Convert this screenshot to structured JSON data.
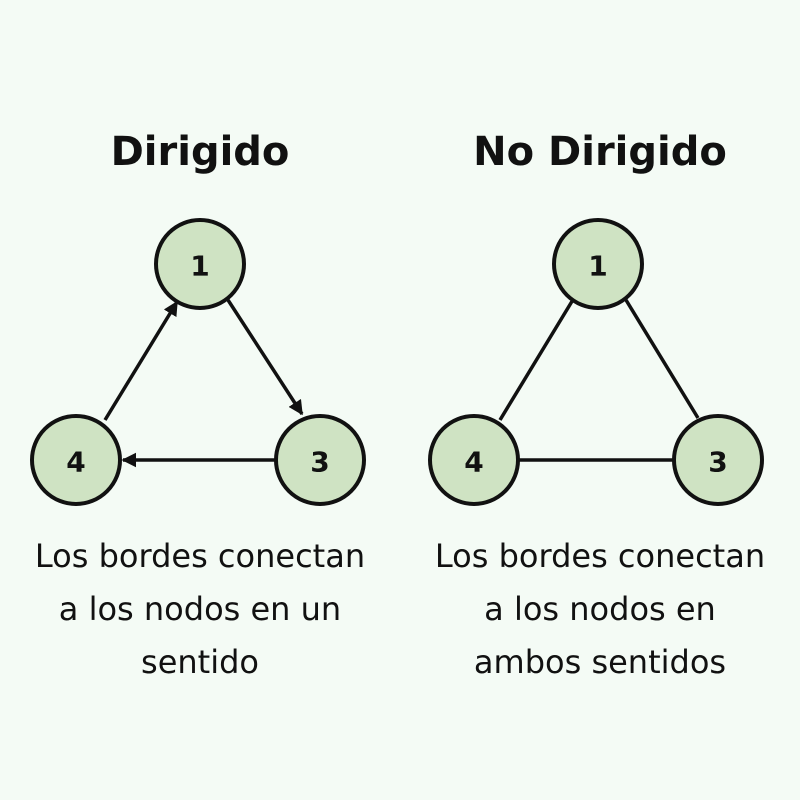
{
  "directed": {
    "title": "Dirigido",
    "nodes": [
      "1",
      "3",
      "4"
    ],
    "caption": [
      "Los bordes conectan",
      "a los nodos en un",
      "sentido"
    ]
  },
  "undirected": {
    "title": "No Dirigido",
    "nodes": [
      "1",
      "3",
      "4"
    ],
    "caption": [
      "Los bordes conectan",
      "a los nodos en",
      "ambos sentidos"
    ]
  },
  "colors": {
    "background": "#f4fbf5",
    "node_fill": "#cfe3c3",
    "stroke": "#111111"
  }
}
